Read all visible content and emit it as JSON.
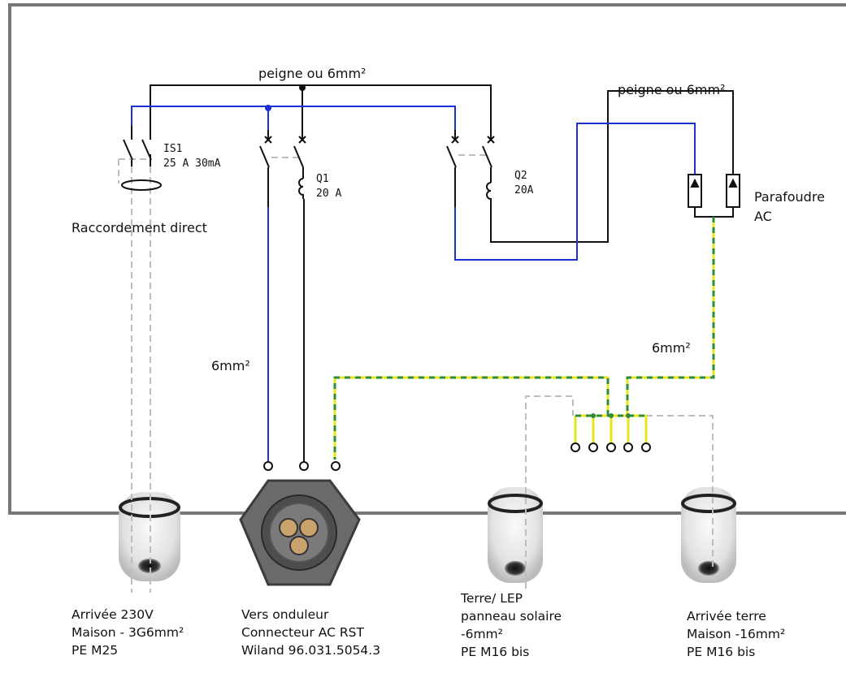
{
  "labels": {
    "comb_top": "peigne ou 6mm²",
    "comb_right": "peigne ou 6mm²",
    "is1_name": "IS1",
    "is1_rating": "25 A 30mA",
    "q1_name": "Q1",
    "q1_rating": "20 A",
    "q2_name": "Q2",
    "q2_rating": "20A",
    "surge_line1": "Parafoudre",
    "surge_line2": "AC",
    "direct": "Raccordement direct",
    "cable_left": "6mm²",
    "cable_right": "6mm²"
  },
  "glands": [
    {
      "lines": [
        "Arrivée 230V",
        "Maison - 3G6mm²",
        "PE M25"
      ]
    },
    {
      "lines": [
        "Vers onduleur",
        "Connecteur AC RST",
        "Wiland 96.031.5054.3"
      ]
    },
    {
      "lines": [
        "Terre/ LEP",
        "panneau solaire",
        "-6mm²",
        "PE M16 bis"
      ]
    },
    {
      "lines": [
        "Arrivée terre",
        "Maison -16mm²",
        "PE M16 bis"
      ]
    }
  ],
  "colors": {
    "phase": "#111111",
    "neutral": "#1f2fd6",
    "earth_green": "#2e8b3a",
    "earth_yellow": "#e6e61a",
    "box": "#777777",
    "dashed": "#bdbdbd"
  }
}
